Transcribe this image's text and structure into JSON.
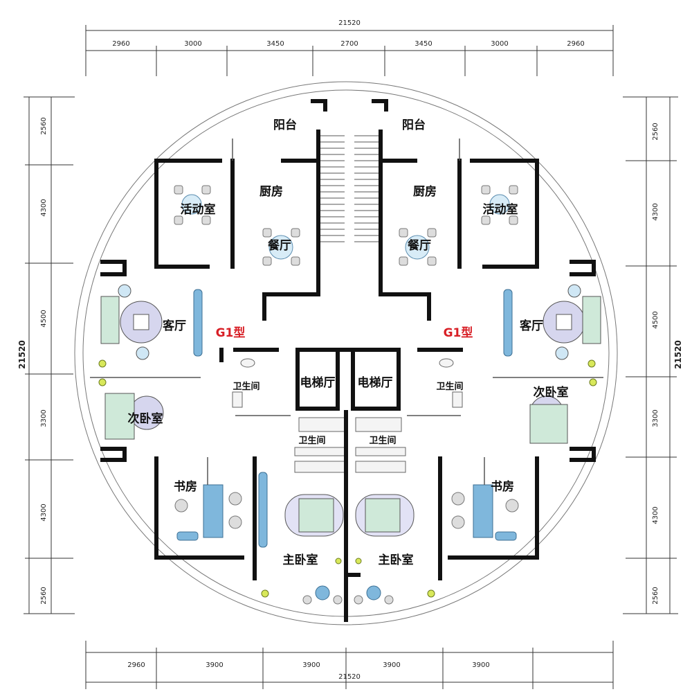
{
  "dims": {
    "top_total": "21520",
    "top": [
      "2960",
      "3000",
      "3450",
      "2700",
      "3450",
      "3000",
      "2960"
    ],
    "bottom_total": "21520",
    "bottom": [
      "2960",
      "3900",
      "3900",
      "3900",
      "3900"
    ],
    "left_total": "21520",
    "left": [
      "2560",
      "4300",
      "4500",
      "3300",
      "4300",
      "2560"
    ],
    "right_total": "21520",
    "right": [
      "2560",
      "4300",
      "4500",
      "3300",
      "4300",
      "2560"
    ]
  },
  "unit_type": {
    "left": "G1型",
    "right": "G1型"
  },
  "rooms": {
    "balcony_l": "阳台",
    "balcony_r": "阳台",
    "kitchen_l": "厨房",
    "kitchen_r": "厨房",
    "activity_l": "活动室",
    "activity_r": "活动室",
    "dining_l": "餐厅",
    "dining_r": "餐厅",
    "living_l": "客厅",
    "living_r": "客厅",
    "bath_l": "卫生间",
    "bath_r": "卫生间",
    "elevator_l": "电梯厅",
    "elevator_r": "电梯厅",
    "second_bed_l": "次卧室",
    "second_bed_r": "次卧室",
    "mbath_l": "卫生间",
    "mbath_r": "卫生间",
    "study_l": "书房",
    "study_r": "书房",
    "master_l": "主卧室",
    "master_r": "主卧室"
  },
  "colors": {
    "wall": "#111111",
    "furniture_blue": "#7fb7dc",
    "bed_green": "#cfe9d9",
    "red_label": "#d81f26"
  }
}
